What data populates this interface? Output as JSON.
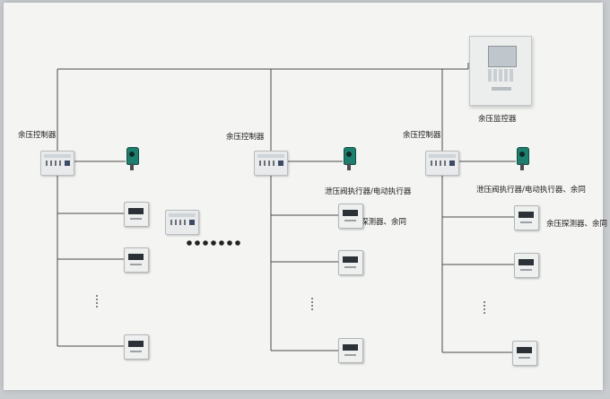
{
  "labels": {
    "monitor": "余压监控器",
    "controller_1": "余压控制器",
    "controller_2": "余压控制器",
    "controller_3": "余压控制器",
    "actuator_2": "泄压阀执行器/电动执行器",
    "actuator_3": "泄压阀执行器/电动执行器、余同",
    "sensor_2": "余压探测器、余同",
    "sensor_3": "余压探测器、余同"
  },
  "icons": {
    "controller": "controller-icon",
    "sensor": "pressure-sensor-icon",
    "actuator": "valve-actuator-icon",
    "monitor": "monitor-panel-icon"
  },
  "colors": {
    "line": "#4a4a4a",
    "actuator": "#1f7f6f",
    "sheet": "#f4f5f3"
  }
}
